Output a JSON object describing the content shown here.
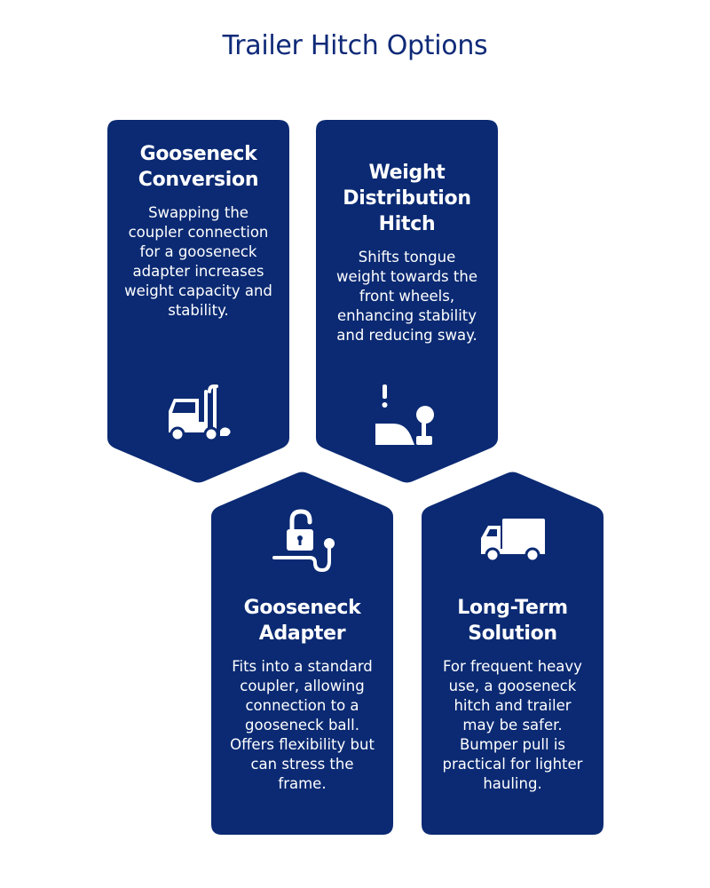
{
  "page": {
    "title": "Trailer Hitch Options"
  },
  "colors": {
    "card_bg": "#0b2a73",
    "title_text": "#0f2a78",
    "card_text": "#ffffff"
  },
  "cards": [
    {
      "title": "Gooseneck Conversion",
      "description": "Swapping the coupler connection for a gooseneck adapter increases weight capacity and stability.",
      "icon": "truck-dolly-icon"
    },
    {
      "title": "Weight Distribution Hitch",
      "description": "Shifts tongue weight towards the front wheels, enhancing stability and reducing sway.",
      "icon": "warning-balance-icon"
    },
    {
      "title": "Gooseneck Adapter",
      "description": "Fits into a standard coupler, allowing connection to a gooseneck ball. Offers flexibility but can stress the frame.",
      "icon": "unlocked-cable-icon"
    },
    {
      "title": "Long-Term Solution",
      "description": "For frequent heavy use, a gooseneck hitch and trailer may be safer. Bumper pull is practical for lighter hauling.",
      "icon": "box-truck-icon"
    }
  ]
}
